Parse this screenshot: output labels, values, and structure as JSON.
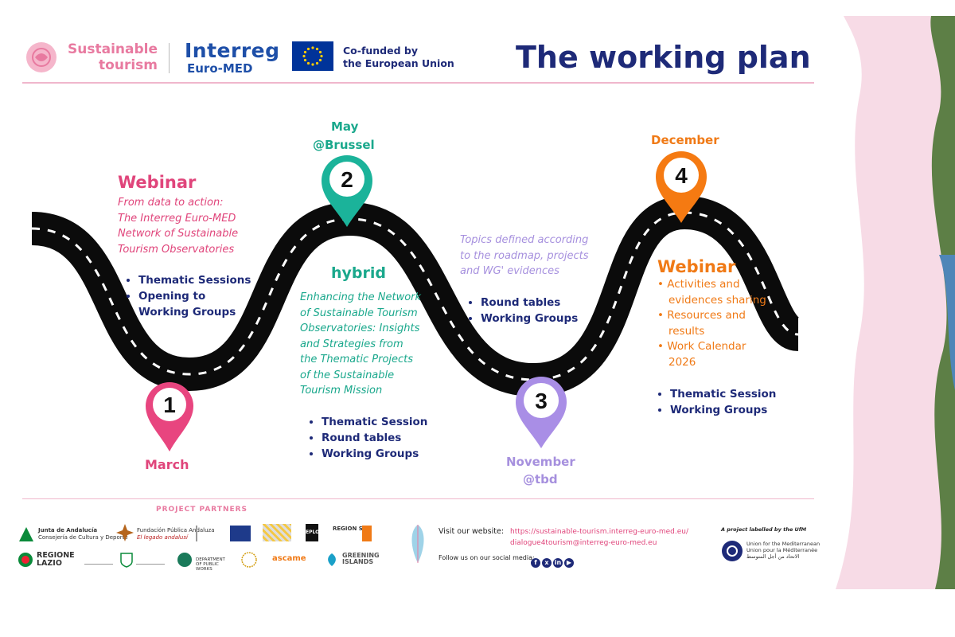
{
  "header": {
    "brand_line1": "Sustainable",
    "brand_line2": "tourism",
    "interreg_name": "Interreg",
    "interreg_sub": "Euro-MED",
    "cofund_line1": "Co-funded by",
    "cofund_line2": "the European Union",
    "title": "The working plan"
  },
  "milestones": [
    {
      "number": "1",
      "label": "March",
      "color": "#e8457f",
      "heading": "Webinar",
      "description": [
        "From data to action:",
        "The Interreg Euro-MED",
        "Network of Sustainable",
        "Tourism Observatories"
      ],
      "bullets": [
        "Thematic Sessions",
        "Opening to",
        "Working Groups"
      ]
    },
    {
      "number": "2",
      "label_line1": "May",
      "label_line2": "@Brussel",
      "color": "#1bb39a",
      "heading": "hybrid",
      "description": [
        "Enhancing the Network",
        "of Sustainable Tourism",
        "Observatories: Insights",
        "and Strategies from",
        "the Thematic Projects",
        "of the Sustainable",
        "Tourism Mission"
      ],
      "bullets": [
        "Thematic Session",
        "Round tables",
        "Working Groups"
      ]
    },
    {
      "number": "3",
      "label_line1": "November",
      "label_line2": "@tbd",
      "color": "#a98ee6",
      "description": [
        "Topics defined according",
        "to the  roadmap, projects",
        "and WG' evidences"
      ],
      "bullets": [
        "Round tables",
        "Working Groups"
      ]
    },
    {
      "number": "4",
      "label": "December",
      "color": "#f57a12",
      "heading": "Webinar",
      "sub_bullets": [
        "Activities and",
        "evidences sharing",
        "Resources and",
        "results",
        "Work Calendar",
        "2026"
      ],
      "bullets": [
        "Thematic Session",
        "Working Groups"
      ]
    }
  ],
  "footer": {
    "partners_label": "PROJECT PARTNERS",
    "partner_logos": [
      "Junta de Andalucía",
      "Consejería de Cultura y Deporte",
      "Fundación Pública Andaluza",
      "El legado andalusí",
      "REGIONE",
      "LAZIO",
      "EPLO",
      "REGION SUD",
      "ascame",
      "GREENING",
      "ISLANDS",
      "DEPARTMENT OF PUBLIC WORKS"
    ],
    "visit_label": "Visit our website:",
    "website": "https://sustainable-tourism.interreg-euro-med.eu/",
    "email": "dialogue4tourism@interreg-euro-med.eu",
    "social_label": "Follow us on our social media:",
    "labelled_by": "A project labelled by the UfM",
    "ufm_line1": "Union for the Mediterranean",
    "ufm_line2": "Union pour la Méditerranée",
    "ufm_line3": "الاتحاد من أجل المتوسط"
  },
  "colors": {
    "navy": "#1e2a78",
    "pink": "#e0457b",
    "teal": "#1aa88c",
    "purple": "#a690de",
    "orange": "#f07a16",
    "road": "#0b0b0b",
    "side_panel": "#f7dbe6"
  }
}
